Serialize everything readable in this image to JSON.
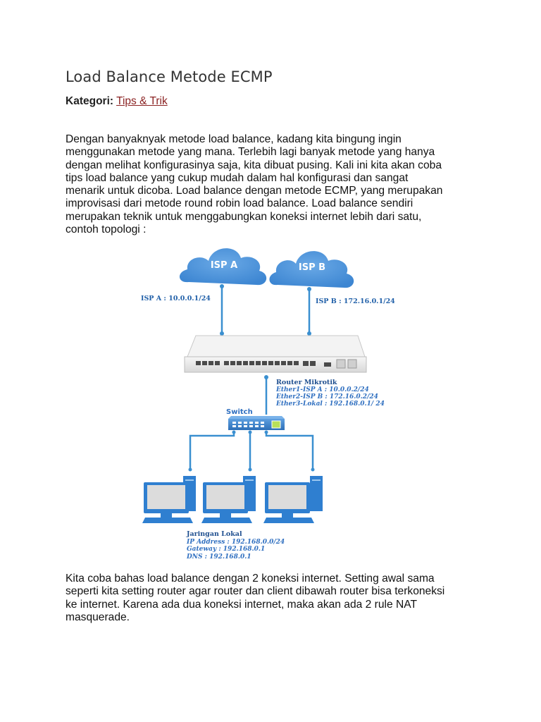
{
  "article": {
    "title": "Load Balance Metode ECMP",
    "category_label": "Kategori:",
    "category_link": "Tips & Trik",
    "paragraph1_lines": [
      "Dengan banyaknyak metode load balance, kadang kita bingung ingin",
      "menggunakan metode yang mana. Terlebih lagi banyak metode yang hanya",
      "dengan melihat konfigurasinya saja, kita dibuat pusing. Kali ini kita akan coba",
      "tips load balance yang cukup mudah dalam hal konfigurasi dan sangat",
      "menarik untuk dicoba. Load balance dengan metode ECMP, yang merupakan",
      "improvisasi dari metode round robin load balance.  Load balance sendiri",
      "merupakan teknik untuk menggabungkan koneksi internet lebih dari satu,",
      "contoh topologi :"
    ],
    "paragraph2_lines": [
      "Kita coba bahas load balance dengan 2 koneksi internet. Setting awal sama",
      "seperti kita setting router agar router dan client dibawah router bisa terkoneksi",
      "ke internet. Karena ada dua koneksi internet, maka akan ada 2 rule NAT",
      "masquerade."
    ]
  },
  "diagram": {
    "isp_a_label": "ISP A",
    "isp_b_label": "ISP B",
    "isp_a_ip": "ISP A : 10.0.0.1/24",
    "isp_b_ip": "ISP B : 172.16.0.1/24",
    "router_title": "Router Mikrotik",
    "router_ether1": "Ether1-ISP A : 10.0.0.2/24",
    "router_ether2": "Ether2-ISP B : 172.16.0.2/24",
    "router_ether3": "Ether3-Lokal : 192.168.0.1/ 24",
    "switch_label": "Switch",
    "lan_title": "Jaringan Lokal",
    "lan_ip": "IP Address : 192.168.0.0/24",
    "lan_gateway": "Gateway : 192.168.0.1",
    "lan_dns": "DNS : 192.168.0.1",
    "colors": {
      "cloud": "#4a90d9",
      "line": "#3a8fd0",
      "text_blue": "#1f5fa8",
      "computer": "#2f7fd0",
      "router_body": "#e8e8e8"
    }
  }
}
